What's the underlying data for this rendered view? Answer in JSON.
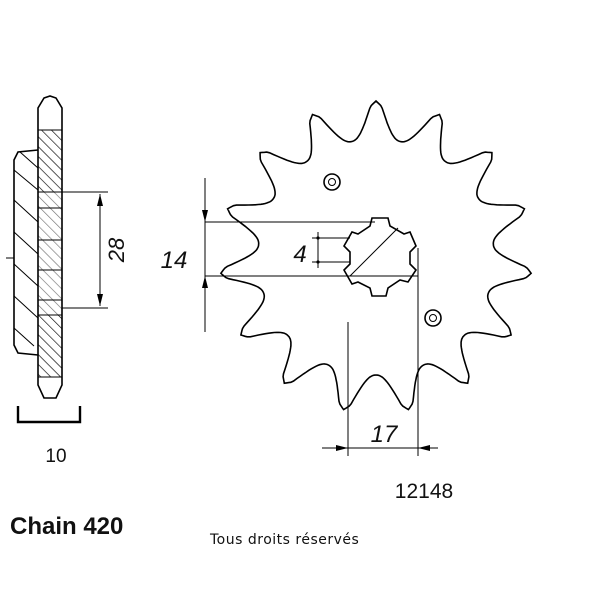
{
  "diagram": {
    "dimension_labels": {
      "thickness": "10",
      "hub_diameter": "28",
      "bolt_spacing": "14",
      "bolt_hole": "4",
      "center_offset": "17"
    },
    "part_number": "12148",
    "chain_label": "Chain 420",
    "copyright": "Tous droits réservés",
    "sprocket": {
      "teeth": 15
    }
  }
}
